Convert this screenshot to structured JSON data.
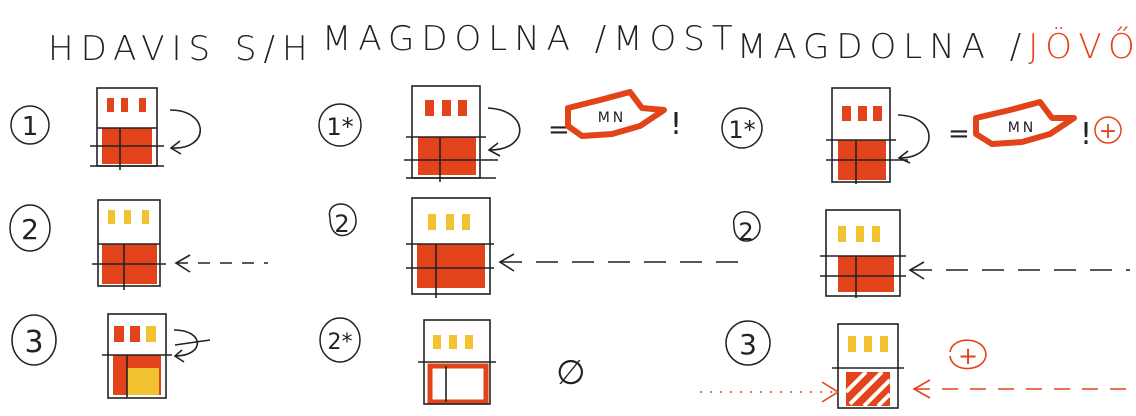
{
  "columns": [
    {
      "title": "HDAVIS S/H"
    },
    {
      "title_main": "MAGDOLNA /MOST"
    },
    {
      "title_main": "MAGDOLNA /",
      "title_accent": "JÖVŐKÉP"
    }
  ],
  "labels": {
    "c1r1": "1",
    "c1r2": "2",
    "c1r3": "3",
    "c2r1": "1*",
    "c2r2": "2",
    "c2r3": "2*",
    "c3r1": "1*",
    "c3r2": "2",
    "c3r3": "3"
  },
  "equals": "=",
  "excl": "!",
  "badge": "MN",
  "plus": "+",
  "empty": "∅",
  "colors": {
    "ink": "#222222",
    "red": "#e2431a",
    "orange": "#f08a24",
    "yellow": "#f2c230",
    "accent": "#e2431a"
  }
}
